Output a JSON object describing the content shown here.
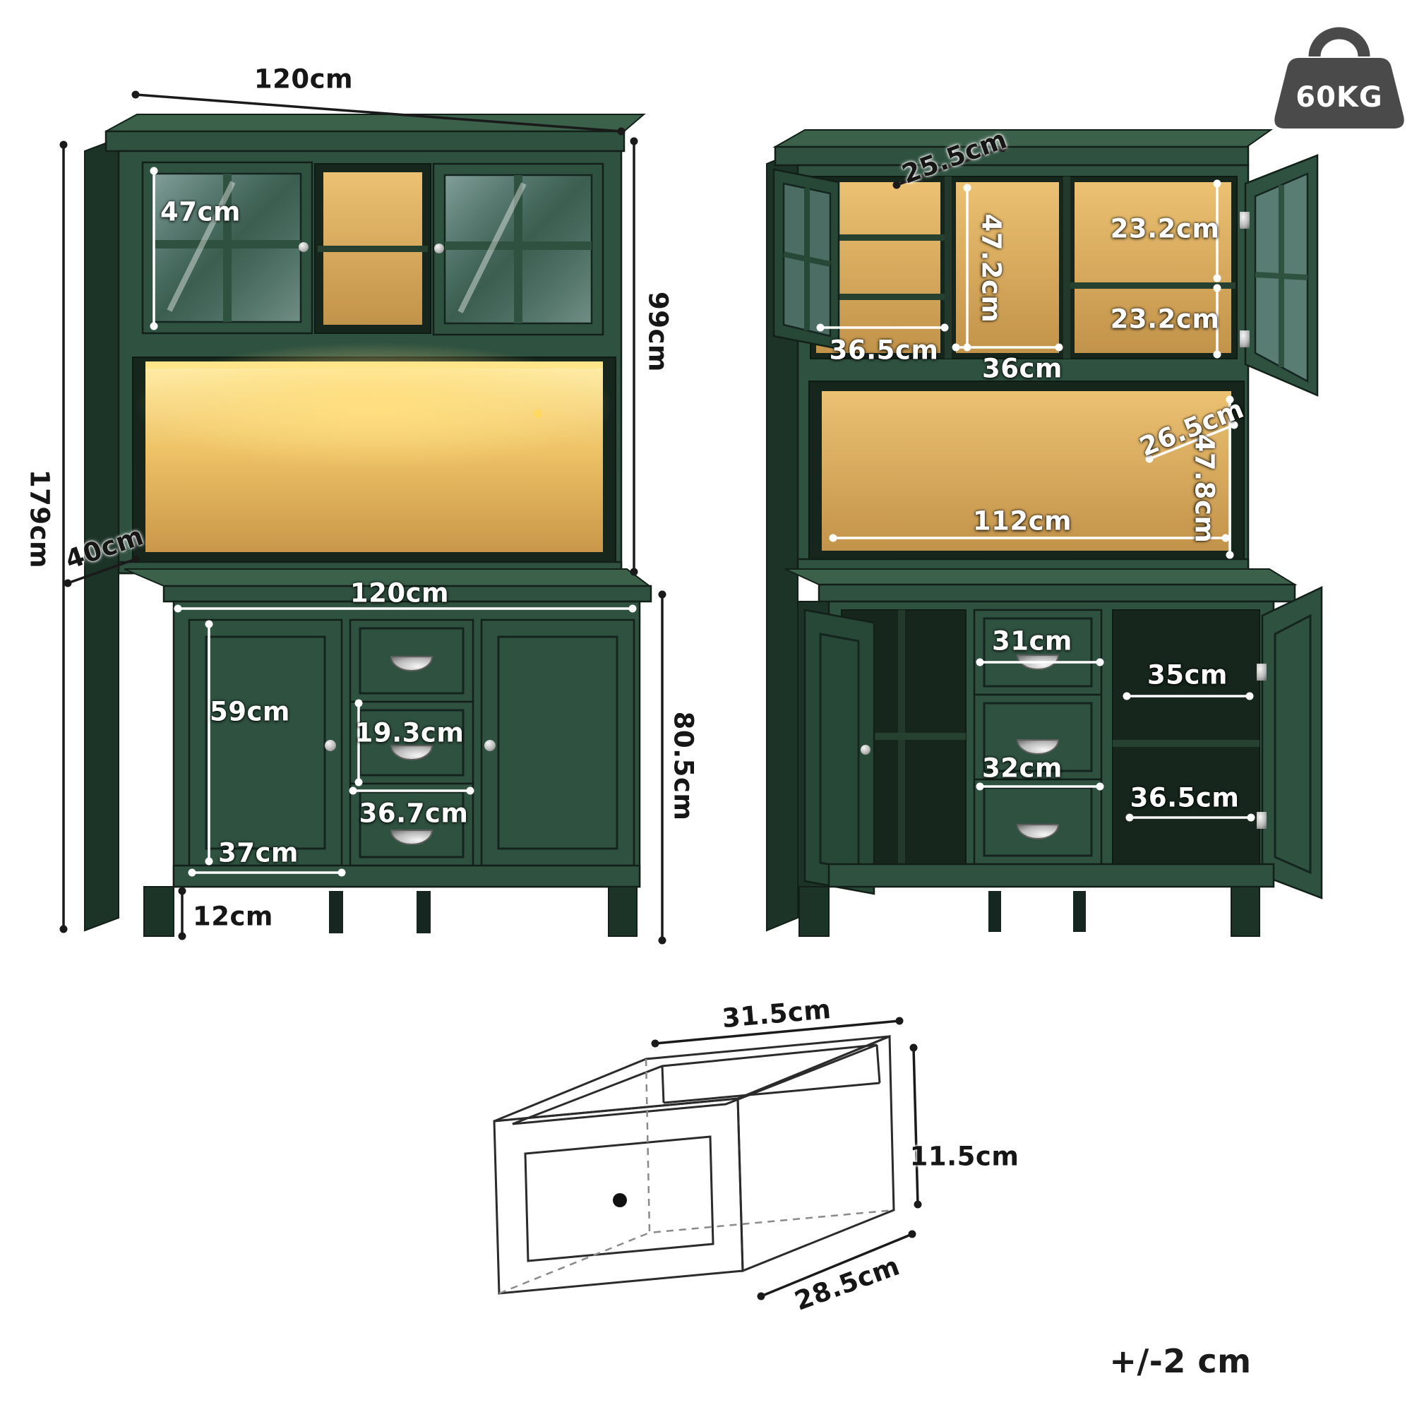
{
  "badges": {
    "max_load": "60KG",
    "tolerance": "+/-2 cm"
  },
  "front_view": {
    "top_width": "120cm",
    "total_height": "179cm",
    "hutch_height": "99cm",
    "glass_door_height": "47cm",
    "depth": "40cm",
    "base_width": "120cm",
    "door_height": "59cm",
    "drawer_height": "19.3cm",
    "drawer_width": "36.7cm",
    "door_width": "37cm",
    "leg_height": "12cm",
    "base_height": "80.5cm"
  },
  "open_view": {
    "top_depth": "25.5cm",
    "upper_inner_height": "47.2cm",
    "upper_shelf_gap_top": "23.2cm",
    "upper_shelf_gap_bottom": "23.2cm",
    "upper_left_width": "36.5cm",
    "upper_middle_width": "36cm",
    "niche_depth": "26.5cm",
    "niche_height": "47.8cm",
    "niche_width": "112cm",
    "top_drawer_width": "31cm",
    "side_inner_width": "35cm",
    "mid_drawer_width": "32cm",
    "lower_inner_height": "36.5cm"
  },
  "drawer_detail": {
    "width": "31.5cm",
    "height": "11.5cm",
    "depth": "28.5cm"
  }
}
